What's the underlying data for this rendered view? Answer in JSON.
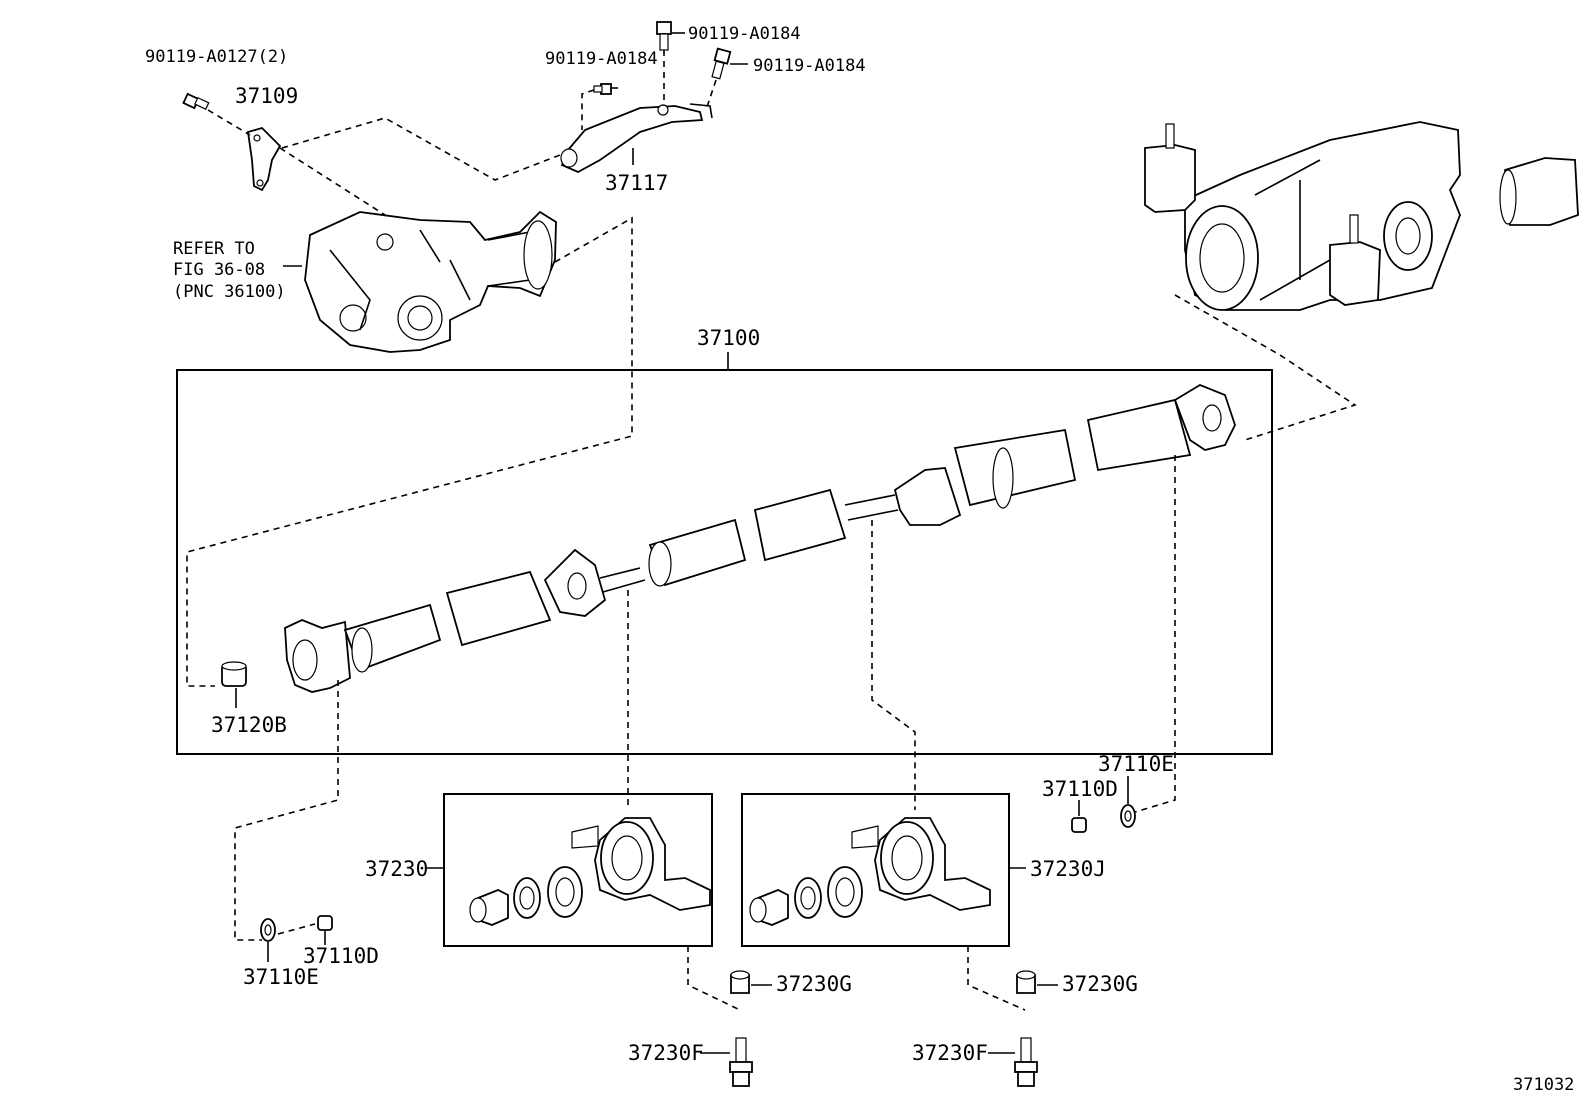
{
  "labels": {
    "bolt_a0127": "90119-A0127(2)",
    "bracket_37109": "37109",
    "bolt_a0184_top": "90119-A0184",
    "bolt_a0184_left": "90119-A0184",
    "bolt_a0184_right": "90119-A0184",
    "bracket_37117": "37117",
    "refer_line1": "REFER TO",
    "refer_line2": "FIG 36-08",
    "refer_line3": "(PNC 36100)",
    "shaft_assy": "37100",
    "plug_37120b": "37120B",
    "washer_37110e_right": "37110E",
    "nut_37110d_right": "37110D",
    "bearing_37230": "37230",
    "bearing_37230j": "37230J",
    "washer_37110e_left": "37110E",
    "nut_37110d_left": "37110D",
    "spacer_37230g_left": "37230G",
    "spacer_37230g_right": "37230G",
    "bolt_37230f_left": "37230F",
    "bolt_37230f_right": "37230F",
    "figure_number": "371032"
  }
}
